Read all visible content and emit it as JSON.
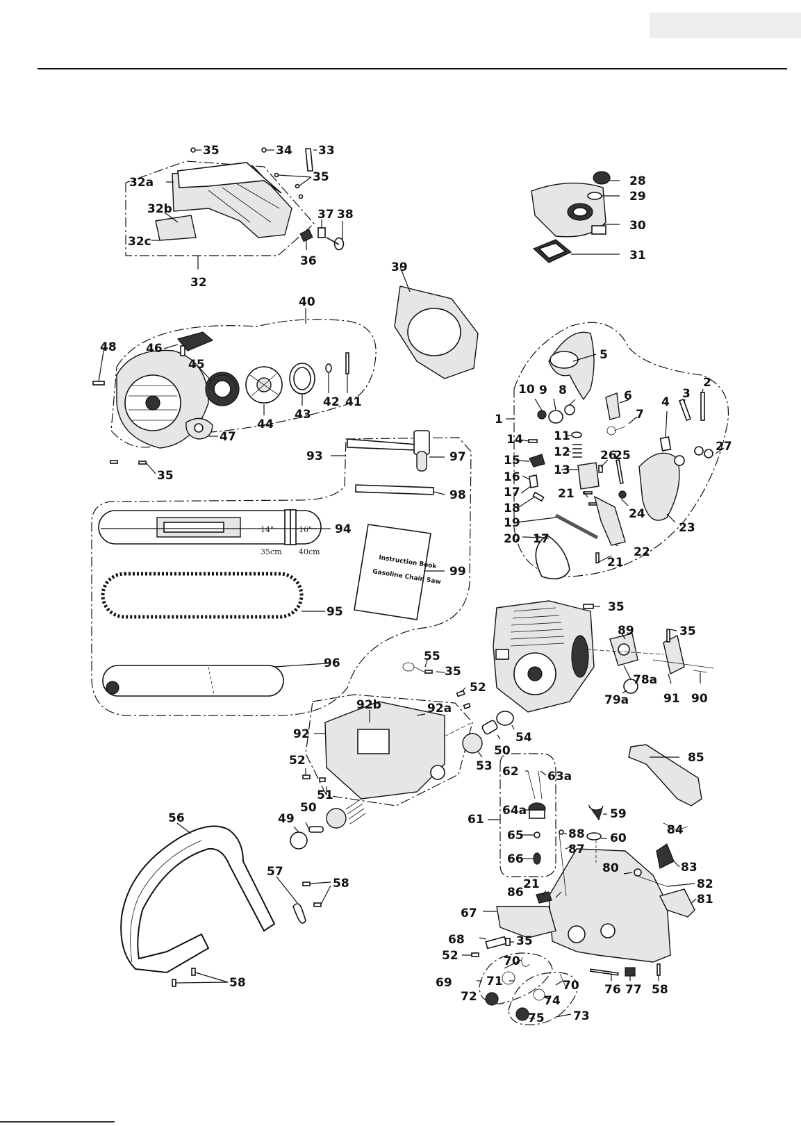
{
  "labels": {
    "l35a": "35",
    "l34": "34",
    "l33": "33",
    "l32a": "32a",
    "l35b": "35",
    "l32b": "32b",
    "l37": "37",
    "l38": "38",
    "l32c": "32c",
    "l36": "36",
    "l32": "32",
    "l28": "28",
    "l29": "29",
    "l30": "30",
    "l31": "31",
    "l39": "39",
    "l40": "40",
    "l48": "48",
    "l46": "46",
    "l45": "45",
    "l44": "44",
    "l43": "43",
    "l42": "42",
    "l41": "41",
    "l47": "47",
    "l35c": "35",
    "l5": "5",
    "l10": "10",
    "l9": "9",
    "l8": "8",
    "l6": "6",
    "l4": "4",
    "l3": "3",
    "l2": "2",
    "l1": "1",
    "l7": "7",
    "l14": "14",
    "l11": "11",
    "l12": "12",
    "l27": "27",
    "l15": "15",
    "l26": "26",
    "l25": "25",
    "l16": "16",
    "l13": "13",
    "l17a": "17",
    "l21a": "21",
    "l24": "24",
    "l23": "23",
    "l18": "18",
    "l19": "19",
    "l20": "20",
    "l17b": "17",
    "l22": "22",
    "l21b": "21",
    "l93": "93",
    "l97": "97",
    "l98": "98",
    "l94": "94",
    "l99": "99",
    "l95": "95",
    "l96": "96",
    "l35d": "35",
    "l35e": "35",
    "l89": "89",
    "l78a": "78a",
    "l79a": "79a",
    "l91": "91",
    "l90": "90",
    "l55": "55",
    "l35f": "35",
    "l52a": "52",
    "l92b": "92b",
    "l92a": "92a",
    "l92": "92",
    "l54": "54",
    "l50a": "50",
    "l53": "53",
    "l52b": "52",
    "l51": "51",
    "l49": "49",
    "l50b": "50",
    "l85": "85",
    "l62": "62",
    "l63a": "63a",
    "l64a": "64a",
    "l61": "61",
    "l59": "59",
    "l65": "65",
    "l88": "88",
    "l60": "60",
    "l66": "66",
    "l87": "87",
    "l84": "84",
    "l80": "80",
    "l83": "83",
    "l82": "82",
    "l81": "81",
    "l21c": "21",
    "l86": "86",
    "l56": "56",
    "l57": "57",
    "l58a": "58",
    "l67": "67",
    "l68": "68",
    "l35g": "35",
    "l52c": "52",
    "l70a": "70",
    "l69": "69",
    "l71": "71",
    "l70b": "70",
    "l76": "76",
    "l77": "77",
    "l58b": "58",
    "l72": "72",
    "l74": "74",
    "l75": "75",
    "l73": "73",
    "l58c": "58"
  },
  "bar": {
    "size14": "14\"",
    "size16": "16\"",
    "cm35": "35cm",
    "cm40": "40cm"
  },
  "book": {
    "line1": "Instruction Book",
    "line2": "Gasoline Chain Saw"
  }
}
